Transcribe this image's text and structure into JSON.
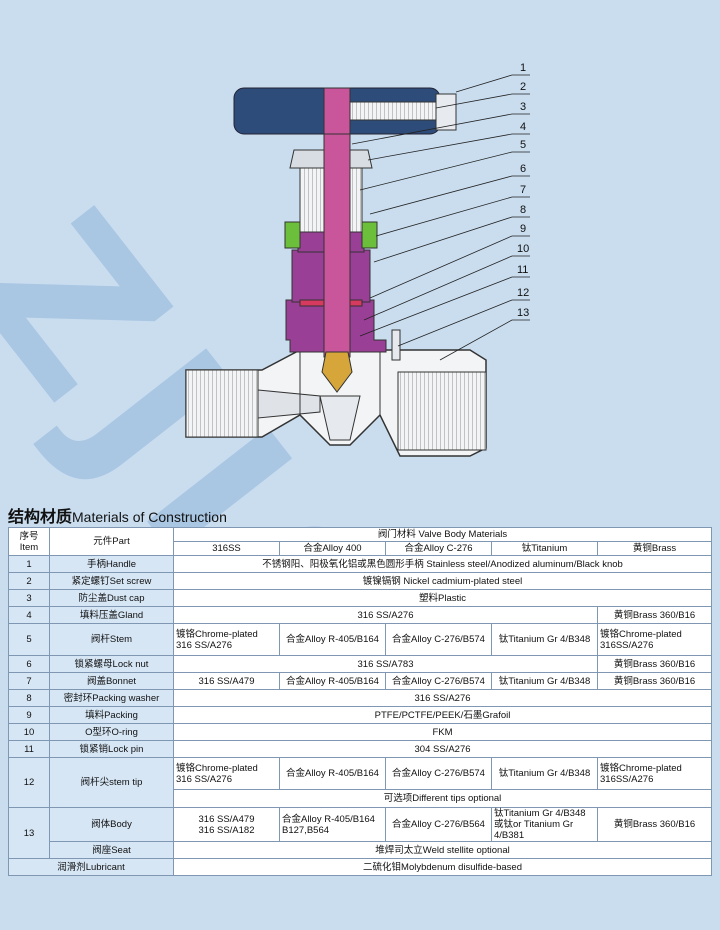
{
  "watermark": "ZJION",
  "callouts": [
    "1",
    "2",
    "3",
    "4",
    "5",
    "6",
    "7",
    "8",
    "9",
    "10",
    "11",
    "12",
    "13"
  ],
  "section": {
    "title_zh": "结构材质",
    "title_en": "Materials of Construction"
  },
  "table": {
    "hdr_no": "序号\nItem",
    "hdr_part": "元件Part",
    "hdr_group": "阀门材料 Valve Body Materials",
    "materials": [
      "316SS",
      "合金Alloy 400",
      "合金Alloy C-276",
      "钛Titanium",
      "黄铜Brass"
    ],
    "rows": {
      "r1": {
        "no": "1",
        "part": "手柄Handle",
        "val": "不锈钢阳、阳极氧化铝或黑色圆形手柄 Stainless steel/Anodized aluminum/Black knob"
      },
      "r2": {
        "no": "2",
        "part": "紧定螺钉Set screw",
        "val": "镀镍镉钢 Nickel cadmium-plated steel"
      },
      "r3": {
        "no": "3",
        "part": "防尘盖Dust cap",
        "val": "塑料Plastic"
      },
      "r4": {
        "no": "4",
        "part": "填料压盖Gland",
        "val": "316 SS/A276",
        "brass": "黄铜Brass 360/B16"
      },
      "r5": {
        "no": "5",
        "part": "阀杆Stem",
        "ss": "镀铬Chrome-plated\n316 SS/A276",
        "a400": "合金Alloy R-405/B164",
        "c276": "合金Alloy C-276/B574",
        "ti": "钛Titanium Gr 4/B348",
        "brass": "镀铬Chrome-plated\n316SS/A276"
      },
      "r6": {
        "no": "6",
        "part": "锁紧螺母Lock nut",
        "val": "316 SS/A783",
        "brass": "黄铜Brass 360/B16"
      },
      "r7": {
        "no": "7",
        "part": "阀盖Bonnet",
        "ss": "316 SS/A479",
        "a400": "合金Alloy R-405/B164",
        "c276": "合金Alloy C-276/B574",
        "ti": "钛Titanium Gr 4/B348",
        "brass": "黄铜Brass 360/B16"
      },
      "r8": {
        "no": "8",
        "part": "密封环Packing washer",
        "val": "316 SS/A276"
      },
      "r9": {
        "no": "9",
        "part": "填料Packing",
        "val": "PTFE/PCTFE/PEEK/石墨Grafoil"
      },
      "r10": {
        "no": "10",
        "part": "O型环O-ring",
        "val": "FKM"
      },
      "r11": {
        "no": "11",
        "part": "锁紧销Lock  pin",
        "val": "304 SS/A276"
      },
      "r12": {
        "no": "12",
        "part": "阀杆尖stem tip",
        "ss": "镀铬Chrome-plated\n316 SS/A276",
        "a400": "合金Alloy R-405/B164",
        "c276": "合金Alloy C-276/B574",
        "ti": "钛Titanium Gr 4/B348",
        "brass": "镀铬Chrome-plated\n316SS/A276",
        "opt": "可选项Different tips optional"
      },
      "r13": {
        "no": "13",
        "part": "阀体Body",
        "ss": "316 SS/A479\n316 SS/A182",
        "a400": "合金Alloy R-405/B164\nB127,B564",
        "c276": "合金Alloy C-276/B564",
        "ti": "钛Titanium Gr 4/B348\n或钛or Titanium Gr 4/B381",
        "brass": "黄铜Brass 360/B16"
      },
      "seat": {
        "part": "阀座Seat",
        "val": "堆焊司太立Weld stellite optional"
      },
      "lub": {
        "part": "润滑剂Lubricant",
        "val": "二硫化钼Molybdenum disulfide-based"
      }
    }
  }
}
